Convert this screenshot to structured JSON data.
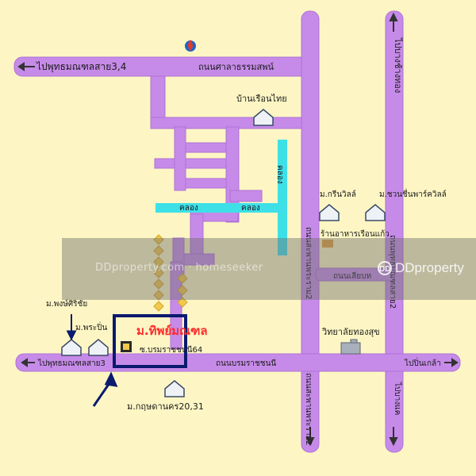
{
  "labels": {
    "top_left_arrow": "ไปพุทธมณฑลสาย3,4",
    "top_road": "ถนนศาลาธรรมสพน์",
    "right_top_arrow": "ไปบางช้างทอง",
    "ban_ruean_thai": "บ้านเรือนไทย",
    "canal_vertical": "คลอง",
    "canal_left": "คลอง",
    "canal_right": "คลอง",
    "village_green": "ม.กรีนวิลล์",
    "village_chuan": "ม.ชวนชื่นพาร์ควิลล์",
    "restaurant": "ร้านอาหารเรือนแก้ว",
    "road_mid": "ถนนเลียบท",
    "road_vertical_mid": "ถนนสะพานพระราม2",
    "road_vertical_right": "ถนนพุทธมณฑลสาย2",
    "village_phong": "ม.พงษ์ศิริชัย",
    "village_phra": "ม.พระปิ่น",
    "project_name": "ม.ทิพย์มณฑล",
    "soi": "ซ.บรมราชชนนี64",
    "college": "วิทยาลัยทองสุข",
    "bottom_left_arrow": "ไปพุทธมณฑลสาย3",
    "bottom_road": "ถนนบรมราชชนนี",
    "right_bottom_arrow": "ไปปิ่นเกล้า",
    "village_krit": "ม.กฤษดานคร20,31",
    "right_bottom_vertical": "ไปบางแค",
    "vertical_left_bottom": "ถนนสะพานพระราม2"
  },
  "watermark": {
    "left": "DDproperty.com · homeseeker",
    "logo": "DD",
    "right": "DDproperty"
  },
  "colors": {
    "background": "#fdf6c4",
    "road": "#c68be8",
    "road_edge": "#b070d8",
    "canal": "#3ee0e8",
    "project_box": "#0a1a6e",
    "project_text": "#ff2a2a",
    "gold": "#f2c94c"
  },
  "icons": [
    "gas-station-icon",
    "house-icon",
    "building-icon",
    "arrow-icon",
    "property-icon"
  ]
}
